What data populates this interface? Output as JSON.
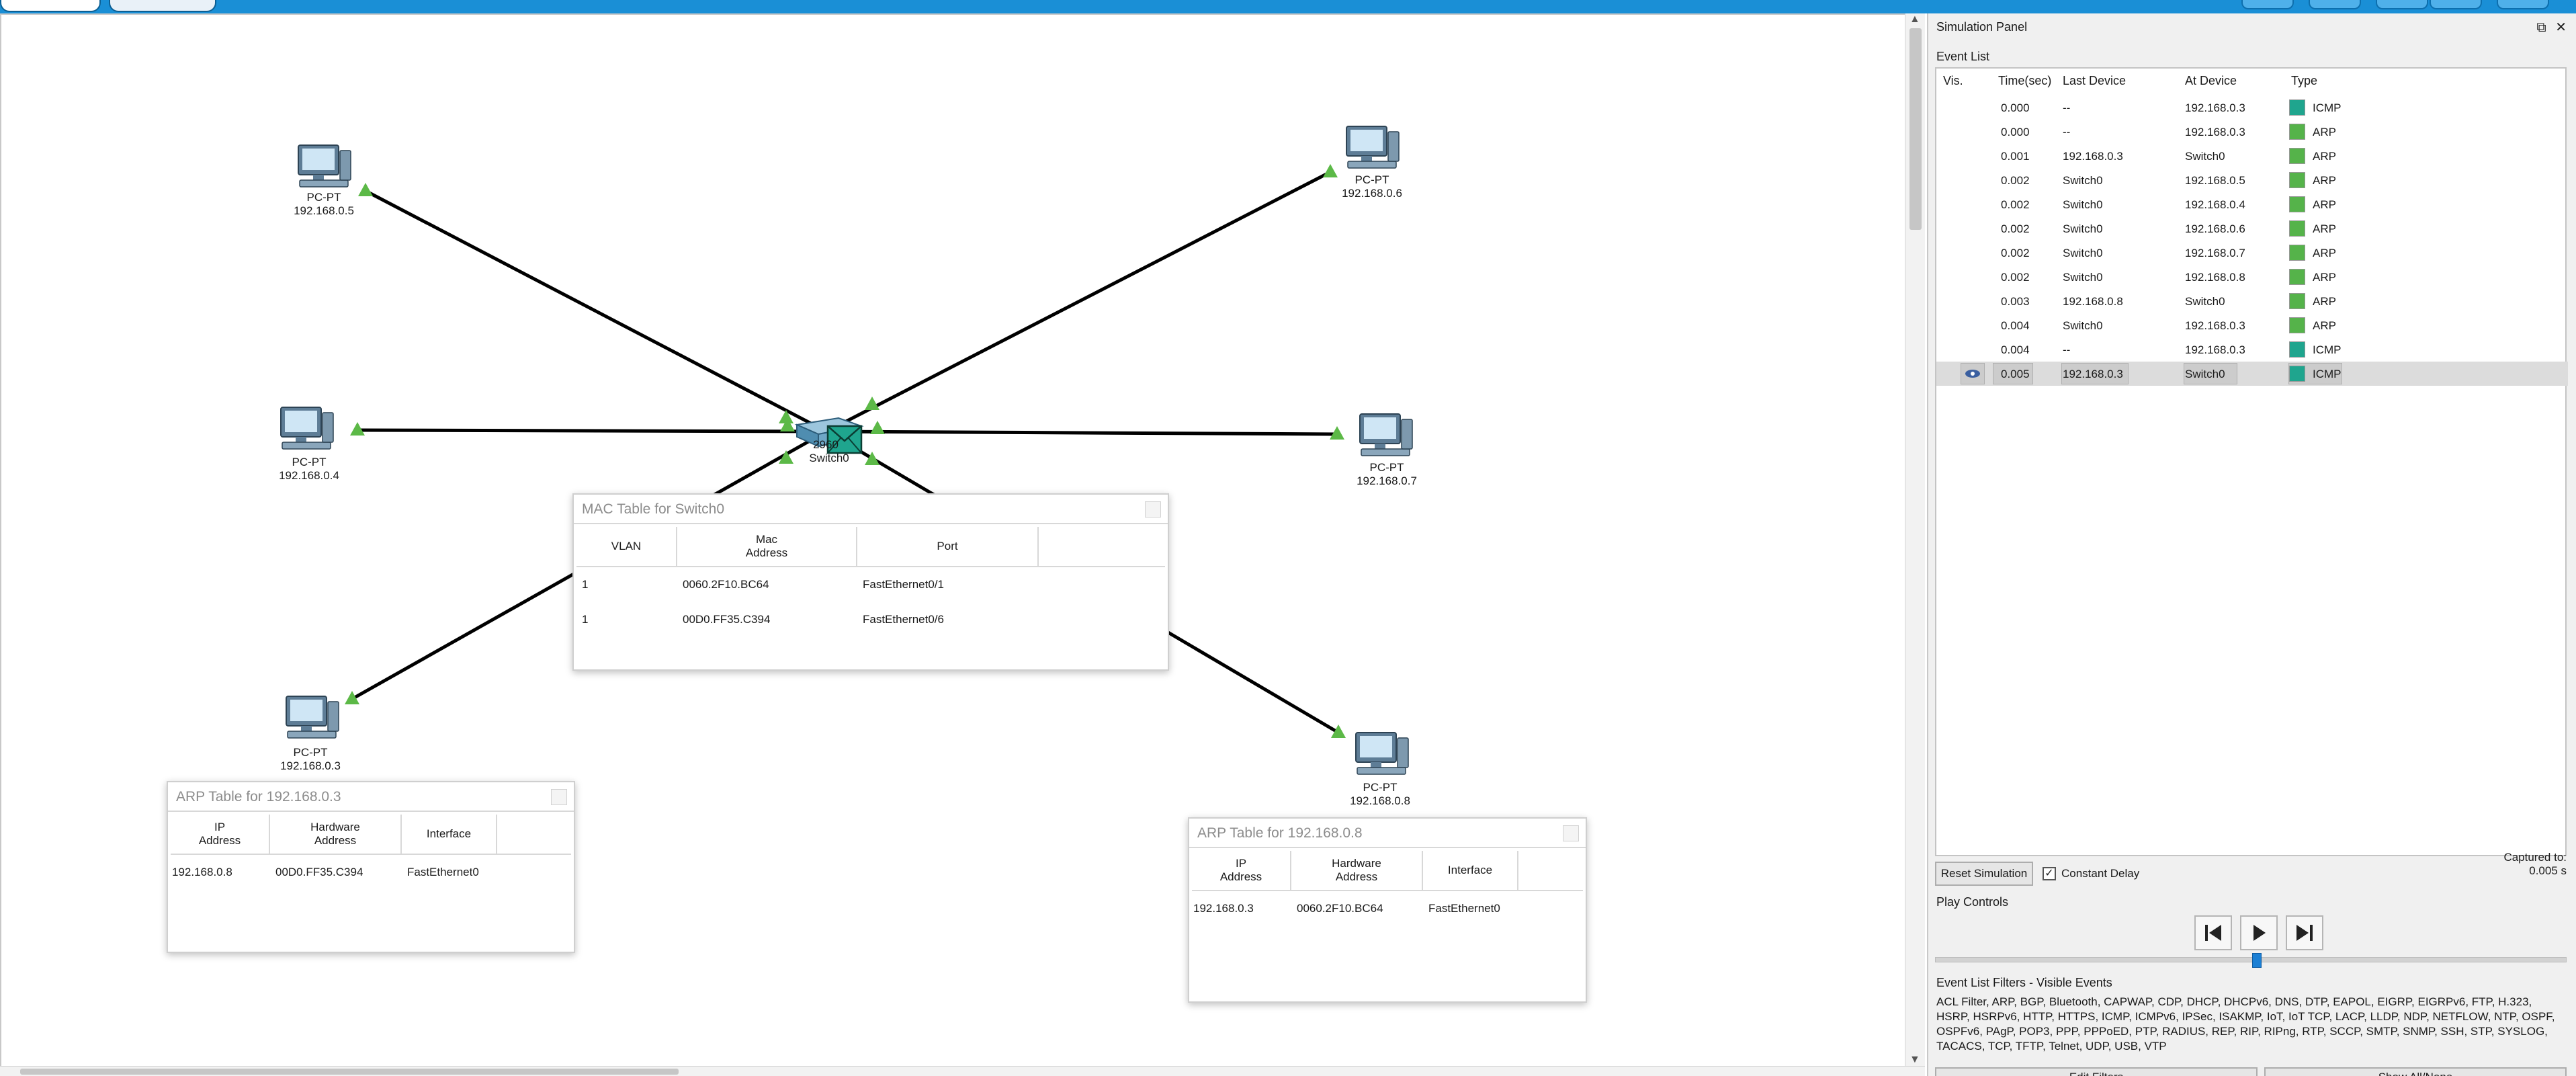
{
  "topology": {
    "devices": [
      {
        "id": "pc5",
        "type": "PC-PT",
        "ip": "192.168.0.5"
      },
      {
        "id": "pc6",
        "type": "PC-PT",
        "ip": "192.168.0.6"
      },
      {
        "id": "pc4",
        "type": "PC-PT",
        "ip": "192.168.0.4"
      },
      {
        "id": "pc7",
        "type": "PC-PT",
        "ip": "192.168.0.7"
      },
      {
        "id": "pc3",
        "type": "PC-PT",
        "ip": "192.168.0.3"
      },
      {
        "id": "pc8",
        "type": "PC-PT",
        "ip": "192.168.0.8"
      }
    ],
    "switch": {
      "model": "2960",
      "name": "Switch0"
    },
    "link_color": "#000000",
    "link_up_color": "#5cb947"
  },
  "mac_table": {
    "title": "MAC Table for Switch0",
    "headers": [
      "VLAN",
      "Mac Address",
      "Port"
    ],
    "rows": [
      [
        "1",
        "0060.2F10.BC64",
        "FastEthernet0/1"
      ],
      [
        "1",
        "00D0.FF35.C394",
        "FastEthernet0/6"
      ]
    ]
  },
  "arp_table_3": {
    "title": "ARP Table for 192.168.0.3",
    "headers": [
      "IP Address",
      "Hardware Address",
      "Interface"
    ],
    "rows": [
      [
        "192.168.0.8",
        "00D0.FF35.C394",
        "FastEthernet0"
      ]
    ]
  },
  "arp_table_8": {
    "title": "ARP Table for 192.168.0.8",
    "headers": [
      "IP Address",
      "Hardware Address",
      "Interface"
    ],
    "rows": [
      [
        "192.168.0.3",
        "0060.2F10.BC64",
        "FastEthernet0"
      ]
    ]
  },
  "sim_panel": {
    "title": "Simulation Panel",
    "event_list_label": "Event List",
    "columns": [
      "Vis.",
      "Time(sec)",
      "Last Device",
      "At Device",
      "Type"
    ],
    "events": [
      {
        "time": "0.000",
        "last": "--",
        "at": "192.168.0.3",
        "type": "ICMP"
      },
      {
        "time": "0.000",
        "last": "--",
        "at": "192.168.0.3",
        "type": "ARP"
      },
      {
        "time": "0.001",
        "last": "192.168.0.3",
        "at": "Switch0",
        "type": "ARP"
      },
      {
        "time": "0.002",
        "last": "Switch0",
        "at": "192.168.0.5",
        "type": "ARP"
      },
      {
        "time": "0.002",
        "last": "Switch0",
        "at": "192.168.0.4",
        "type": "ARP"
      },
      {
        "time": "0.002",
        "last": "Switch0",
        "at": "192.168.0.6",
        "type": "ARP"
      },
      {
        "time": "0.002",
        "last": "Switch0",
        "at": "192.168.0.7",
        "type": "ARP"
      },
      {
        "time": "0.002",
        "last": "Switch0",
        "at": "192.168.0.8",
        "type": "ARP"
      },
      {
        "time": "0.003",
        "last": "192.168.0.8",
        "at": "Switch0",
        "type": "ARP"
      },
      {
        "time": "0.004",
        "last": "Switch0",
        "at": "192.168.0.3",
        "type": "ARP"
      },
      {
        "time": "0.004",
        "last": "--",
        "at": "192.168.0.3",
        "type": "ICMP"
      },
      {
        "time": "0.005",
        "last": "192.168.0.3",
        "at": "Switch0",
        "type": "ICMP"
      }
    ],
    "type_colors": {
      "ICMP": "#1fa58e",
      "ARP": "#55b34a"
    },
    "reset_button": "Reset Simulation",
    "constant_delay_label": "Constant Delay",
    "captured_label": "Captured to:",
    "captured_value": "0.005 s",
    "play_controls_label": "Play Controls",
    "filters_label": "Event List Filters - Visible Events",
    "filters_text": "ACL Filter, ARP, BGP, Bluetooth, CAPWAP, CDP, DHCP, DHCPv6, DNS, DTP, EAPOL, EIGRP, EIGRPv6, FTP, H.323, HSRP, HSRPv6, HTTP, HTTPS, ICMP, ICMPv6, IPSec, ISAKMP, IoT, IoT TCP, LACP, LLDP, NDP, NETFLOW, NTP, OSPF, OSPFv6, PAgP, POP3, PPP, PPPoED, PTP, RADIUS, REP, RIP, RIPng, RTP, SCCP, SMTP, SNMP, SSH, STP, SYSLOG, TACACS, TCP, TFTP, Telnet, UDP, USB, VTP",
    "edit_filters_button": "Edit Filters",
    "show_all_button": "Show All/None"
  }
}
